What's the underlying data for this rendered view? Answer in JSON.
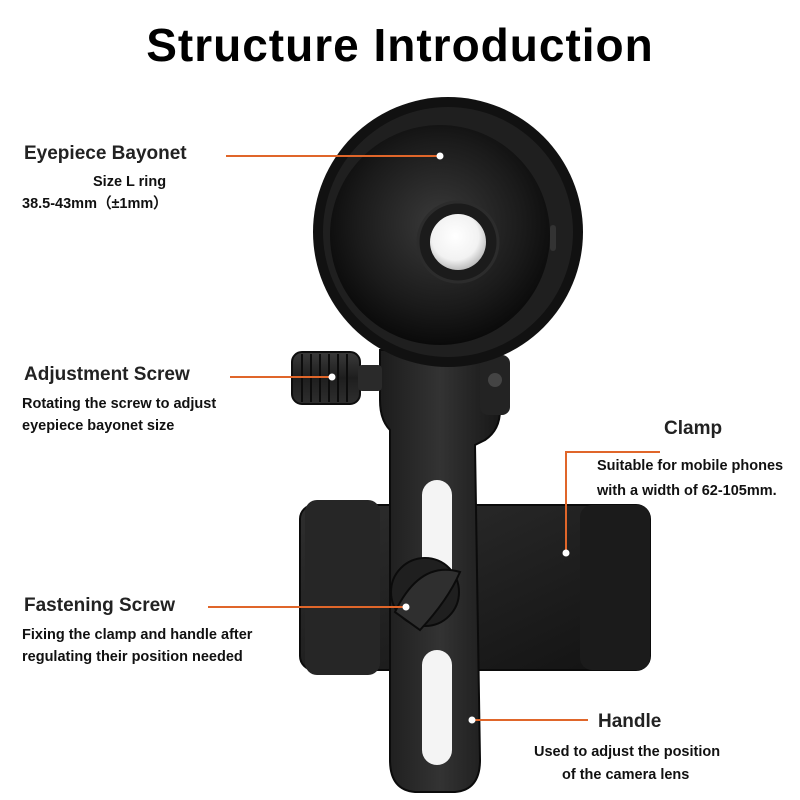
{
  "title": "Structure Introduction",
  "accent_color": "#e0662a",
  "callouts": {
    "eyepiece": {
      "heading": "Eyepiece Bayonet",
      "line1": "Size L ring",
      "line2": "38.5-43mm（±1mm）"
    },
    "adjustment": {
      "heading": "Adjustment Screw",
      "line1": "Rotating the screw to adjust",
      "line2": "eyepiece bayonet size"
    },
    "clamp": {
      "heading": "Clamp",
      "line1": "Suitable for mobile phones",
      "line2": "with a width of 62-105mm."
    },
    "fastening": {
      "heading": "Fastening Screw",
      "line1": "Fixing the clamp and handle after",
      "line2": "regulating their position needed"
    },
    "handle": {
      "heading": "Handle",
      "line1": "Used to adjust the position",
      "line2": "of the camera lens"
    }
  }
}
